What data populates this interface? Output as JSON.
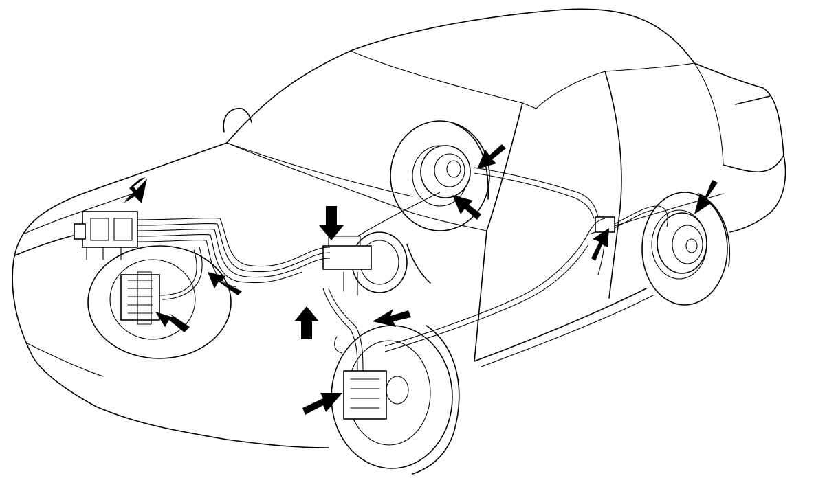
{
  "diagram": {
    "colors": {
      "line": "#000000",
      "background": "#ffffff",
      "arrow": "#000000"
    },
    "components": [
      {
        "id": "hydraulic-unit",
        "icon": "hydraulic-unit-icon"
      },
      {
        "id": "front-left-brake",
        "icon": "disc-brake-caliper-icon"
      },
      {
        "id": "master-cylinder",
        "icon": "brake-booster-master-cylinder-icon"
      },
      {
        "id": "front-right-brake",
        "icon": "disc-brake-caliper-icon"
      },
      {
        "id": "rear-left-brake",
        "icon": "drum-brake-icon"
      },
      {
        "id": "rear-right-brake",
        "icon": "drum-brake-icon"
      },
      {
        "id": "rear-proportioning-valve",
        "icon": "valve-icon"
      }
    ],
    "arrow_count": 12
  }
}
